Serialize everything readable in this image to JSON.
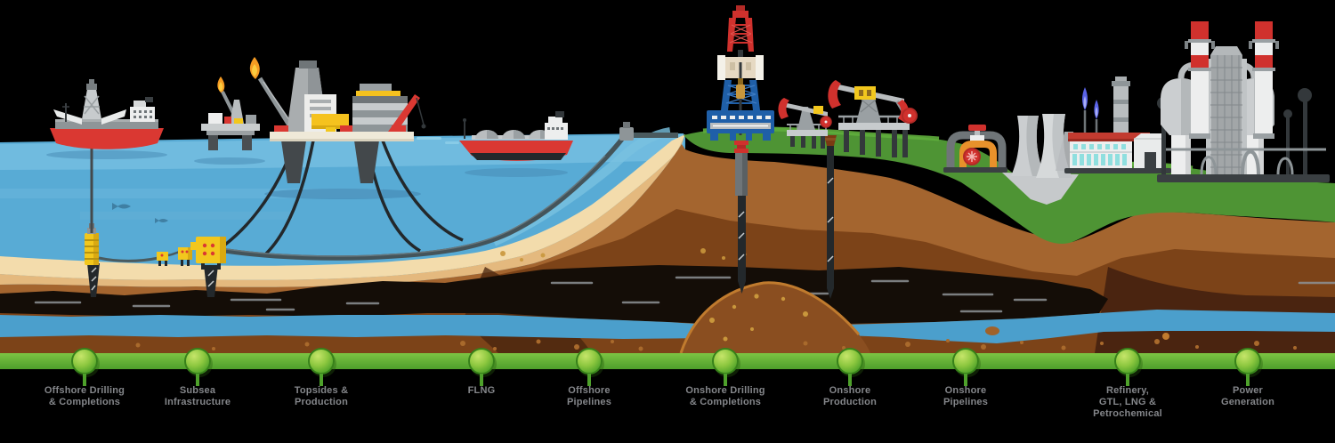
{
  "stages": [
    {
      "label": "Offshore Drilling\n& Completions"
    },
    {
      "label": "Subsea\nInfrastructure"
    },
    {
      "label": "Topsides &\nProduction"
    },
    {
      "label": "FLNG"
    },
    {
      "label": "Offshore\nPipelines"
    },
    {
      "label": "Onshore Drilling\n& Completions"
    },
    {
      "label": "Onshore\nProduction"
    },
    {
      "label": "Onshore\nPipelines"
    },
    {
      "label": "Refinery,\nGTL, LNG &\nPetrochemical"
    },
    {
      "label": "Power\nGeneration"
    }
  ],
  "illustrations": [
    "drillship-icon",
    "semi-submersible-platform-icon",
    "production-platform-icon",
    "flare-flame-icon",
    "flng-tanker-icon",
    "subsea-wellhead-icon",
    "subsea-manifold-icon",
    "subsea-pipeline-icon",
    "onshore-drilling-rig-icon",
    "pumpjack-icon",
    "wellbore-icon",
    "pipeline-valve-station-icon",
    "cooling-towers-icon",
    "refinery-icon",
    "power-plant-icon",
    "oil-reservoir-icon",
    "aquifer-icon",
    "fish-icon"
  ],
  "colors": {
    "background": "#000000",
    "sea": "#58abd5",
    "sea_light": "#73bde0",
    "sand": "#f3dcac",
    "sand_dark": "#e4b97e",
    "soil": "#a4652f",
    "soil_mid": "#7c4318",
    "soil_dark": "#4a2410",
    "oil_reservoir": "#140d07",
    "aquifer": "#4b9fcc",
    "grass": "#4e9434",
    "timeline_green": "#5cb33a",
    "label_gray": "#84868a",
    "accent_red": "#da3832",
    "accent_yellow": "#f2c71d",
    "rig_blue": "#1f5fa8",
    "flame_orange": "#f59b23",
    "flame_blue": "#5a63e8"
  }
}
